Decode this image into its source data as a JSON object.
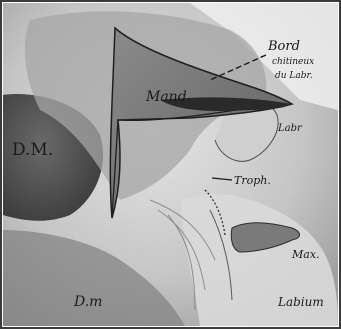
{
  "figure": {
    "labels": {
      "bord_line1": "Bord",
      "bord_line2": "chitineux",
      "bord_line3": "du Labr.",
      "mand": "Mand.",
      "labr": "Labr",
      "dm_left": "D.M.",
      "troph": "Troph.",
      "max": "Max.",
      "dm_bottom": "D.m",
      "labium": "Labium"
    }
  }
}
